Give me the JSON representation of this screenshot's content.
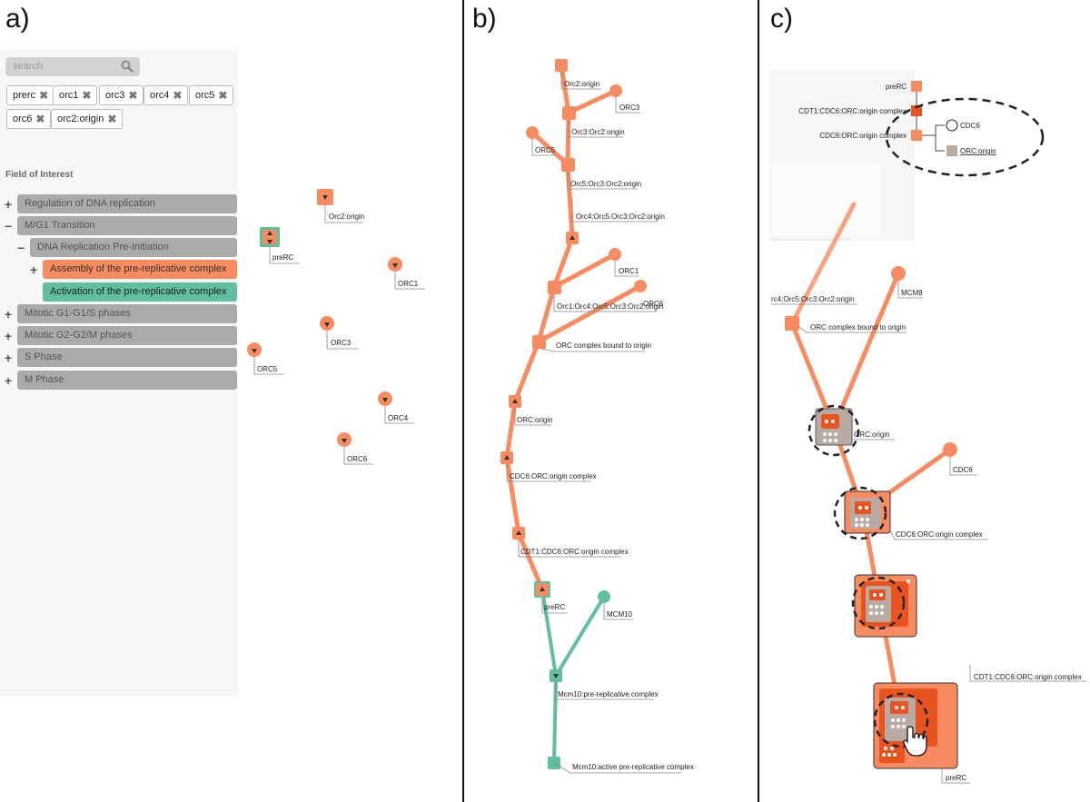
{
  "panels": {
    "a": "a)",
    "b": "b)",
    "c": "c)"
  },
  "search": {
    "placeholder": "search"
  },
  "chips": [
    "prerc",
    "orc1",
    "orc3",
    "orc4",
    "orc5",
    "orc6",
    "orc2:origin"
  ],
  "field_of_interest": {
    "title": "Field of Interest",
    "items": [
      {
        "label": "Regulation of DNA replication",
        "toggle": "+"
      },
      {
        "label": "M/G1 Transition",
        "toggle": "−"
      },
      {
        "label": "DNA Replication Pre-Initiation",
        "toggle": "−"
      },
      {
        "label": "Assembly of the pre-replicative complex",
        "toggle": "+"
      },
      {
        "label": "Activation of the pre-replicative complex",
        "toggle": ""
      },
      {
        "label": "Mitotic G1-G1/S phases",
        "toggle": "+"
      },
      {
        "label": "Mitotic G2-G2/M phases",
        "toggle": "+"
      },
      {
        "label": "S Phase",
        "toggle": "+"
      },
      {
        "label": "M Phase",
        "toggle": "+"
      }
    ]
  },
  "panel_a_nodes": [
    "Orc2:origin",
    "preRC",
    "ORC1",
    "ORC3",
    "ORC5",
    "ORC4",
    "ORC6"
  ],
  "panel_b_nodes": [
    "Orc2:origin",
    "ORC3",
    "Orc3:Orc2:origin",
    "ORC5",
    "Orc5:Orc3:Orc2:origin",
    "Orc4:Orc5:Orc3:Orc2:origin",
    "ORC1",
    "Orc1:Orc4:Orc5:Orc3:Orc2:origin",
    "ORC6",
    "ORC complex bound to origin",
    "ORC:origin",
    "CDC6:ORC:origin complex",
    "CDT1:CDC6:ORC:origin complex",
    "preRC",
    "MCM10",
    "Mcm10:pre-replicative complex",
    "Mcm10:active pre-replicative complex"
  ],
  "panel_c_nodes": [
    "preRC",
    "CDT1:CDC6:ORC:origin complex",
    "CDC6:ORC:origin complex",
    "CDC6",
    "ORC:origin",
    "rc4:Orc5:Orc3:Orc2:origin",
    "MCM8",
    "ORC complex bound to origin",
    "ORC:origin",
    "CDC6",
    "CDC6:ORC:origin complex",
    "CDT1:CDC6:ORC:origin complex",
    "preRC"
  ],
  "colors": {
    "orange": "#f88b5f",
    "dark_orange": "#e8531f",
    "green": "#5fbf9e",
    "gray": "#aaaaaa",
    "node_gray": "#b9aaa4"
  }
}
